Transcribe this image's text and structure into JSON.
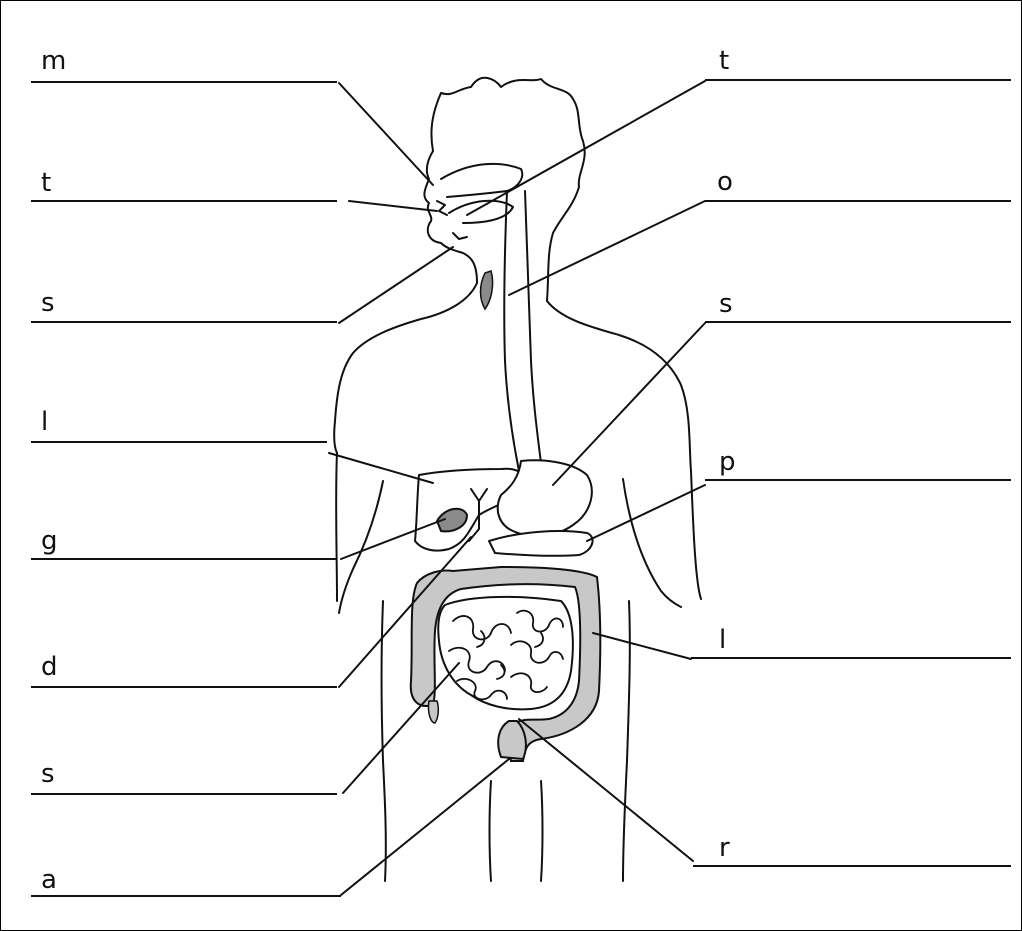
{
  "worksheet": {
    "labels_left": [
      "m",
      "t",
      "s",
      "l",
      "g",
      "d",
      "s",
      "a"
    ],
    "labels_right": [
      "t",
      "o",
      "s",
      "p",
      "l",
      "r"
    ]
  },
  "colors": {
    "ink": "#111111",
    "shade": "#c8c8c8",
    "dark_shade": "#8a8a8a"
  },
  "illustration": "human-digestive-system"
}
